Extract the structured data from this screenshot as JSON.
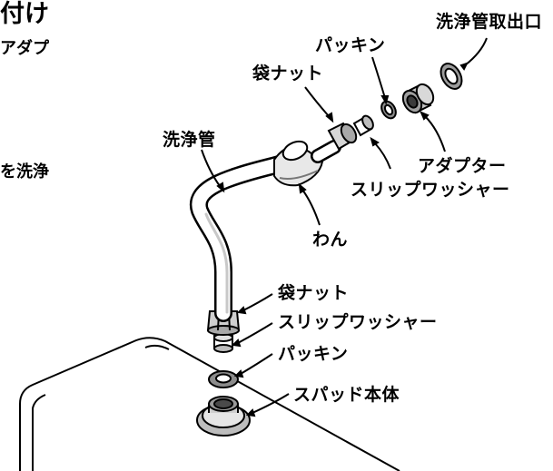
{
  "page": {
    "heading_fragment": "付け",
    "side_text_1": "アダプ",
    "side_text_2": "を洗浄"
  },
  "labels": {
    "outlet": "洗浄管取出口",
    "packing_top": "パッキン",
    "nut_top": "袋ナット",
    "pipe": "洗浄管",
    "adapter": "アダプター",
    "slip_washer_top": "スリップワッシャー",
    "bowl": "わん",
    "nut_bottom": "袋ナット",
    "slip_washer_bottom": "スリップワッシャー",
    "packing_bottom": "パッキン",
    "spud": "スパッド本体"
  },
  "icons": [
    "outlet-ring-icon",
    "adapter-fitting-icon",
    "packing-ring-icon",
    "nut-icon",
    "slip-washer-icon",
    "bowl-icon",
    "pipe-icon",
    "spud-icon",
    "tank-icon"
  ]
}
